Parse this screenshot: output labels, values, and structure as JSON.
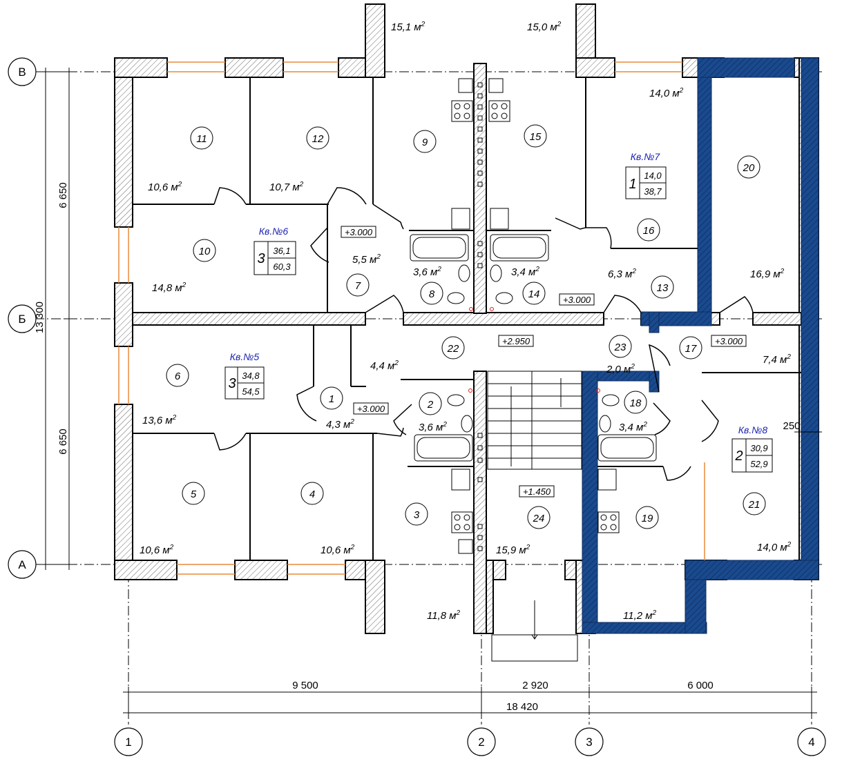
{
  "axes": {
    "rows": [
      "В",
      "Б",
      "А"
    ],
    "cols": [
      "1",
      "2",
      "3",
      "4"
    ]
  },
  "dimensions": {
    "vertical_total": "13 300",
    "vertical_upper": "6 650",
    "vertical_lower": "6 650",
    "horizontal_1": "9 500",
    "horizontal_2": "2 920",
    "horizontal_3": "6 000",
    "horizontal_total": "18 420",
    "offset": "250"
  },
  "rooms": [
    {
      "num": "1",
      "area": "4,3 м"
    },
    {
      "num": "2",
      "area": "3,6 м"
    },
    {
      "num": "3",
      "area": "11,8 м"
    },
    {
      "num": "4",
      "area": "10,6 м"
    },
    {
      "num": "5",
      "area": "10,6 м"
    },
    {
      "num": "6",
      "area": "13,6 м"
    },
    {
      "num": "7",
      "area": "5,5 м"
    },
    {
      "num": "8",
      "area": "3,6 м"
    },
    {
      "num": "9",
      "area": "15,1 м"
    },
    {
      "num": "10",
      "area": "14,8 м"
    },
    {
      "num": "11",
      "area": "10,6 м"
    },
    {
      "num": "12",
      "area": "10,7 м"
    },
    {
      "num": "13",
      "area": "6,3 м"
    },
    {
      "num": "14",
      "area": "3,4 м"
    },
    {
      "num": "15",
      "area": "15,0 м"
    },
    {
      "num": "16",
      "area": "14,0 м"
    },
    {
      "num": "17",
      "area": "7,4 м"
    },
    {
      "num": "18",
      "area": "3,4 м"
    },
    {
      "num": "19",
      "area": "11,2 м"
    },
    {
      "num": "20",
      "area": "16,9 м"
    },
    {
      "num": "21",
      "area": "14,0 м"
    },
    {
      "num": "22",
      "area": "4,4 м"
    },
    {
      "num": "23",
      "area": "2,0 м"
    },
    {
      "num": "24",
      "area": "15,9 м"
    }
  ],
  "apartments": [
    {
      "title": "Кв.№5",
      "rooms": "3",
      "living": "34,8",
      "total": "54,5"
    },
    {
      "title": "Кв.№6",
      "rooms": "3",
      "living": "36,1",
      "total": "60,3"
    },
    {
      "title": "Кв.№7",
      "rooms": "1",
      "living": "14,0",
      "total": "38,7"
    },
    {
      "title": "Кв.№8",
      "rooms": "2",
      "living": "30,9",
      "total": "52,9"
    }
  ],
  "levels": [
    "+3.000",
    "+3.000",
    "+2.950",
    "+3.000",
    "+3.000",
    "+1.450"
  ],
  "area_unit_sup": "2",
  "colors": {
    "highlight": "#1a4a8e",
    "line": "#000000",
    "window": "#e88a3a",
    "apartment_text": "#1a22b0"
  }
}
